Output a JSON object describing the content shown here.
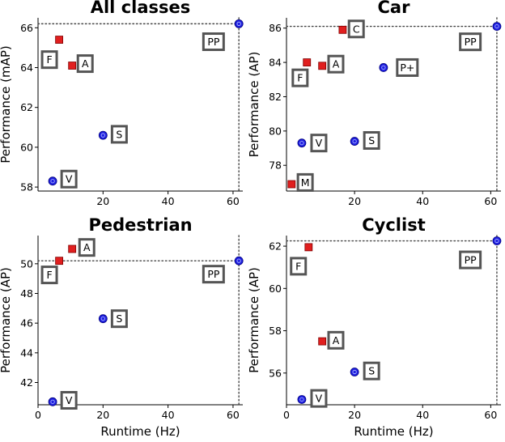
{
  "chart_data": [
    {
      "type": "scatter",
      "title": "All classes",
      "ylabel": "Performance (mAP)",
      "xlabel": "",
      "xlim": [
        0,
        63
      ],
      "ylim": [
        57.8,
        66.5
      ],
      "xticks": [
        "20",
        "40",
        "60"
      ],
      "xtick_values": [
        20,
        40,
        60
      ],
      "yticks": [
        "58",
        "60",
        "62",
        "64",
        "66"
      ],
      "ytick_values": [
        58,
        60,
        62,
        64,
        66
      ],
      "ref_y": 66.2,
      "ref_x": 61.8,
      "points": [
        {
          "x": 61.8,
          "y": 66.2,
          "color": "#1f1fe0",
          "marker": "circle"
        },
        {
          "x": 6.5,
          "y": 65.4,
          "color": "#e01f1f",
          "marker": "square"
        },
        {
          "x": 10.5,
          "y": 64.1,
          "color": "#e01f1f",
          "marker": "square"
        },
        {
          "x": 20.0,
          "y": 60.6,
          "color": "#1f1fe0",
          "marker": "circle"
        },
        {
          "x": 4.5,
          "y": 58.3,
          "color": "#1f1fe0",
          "marker": "circle"
        }
      ],
      "tags": [
        {
          "label": "PP",
          "x": 54.0,
          "y": 65.3
        },
        {
          "label": "F",
          "x": 3.5,
          "y": 64.4
        },
        {
          "label": "A",
          "x": 14.5,
          "y": 64.2
        },
        {
          "label": "S",
          "x": 25.0,
          "y": 60.65
        },
        {
          "label": "V",
          "x": 9.5,
          "y": 58.4
        }
      ]
    },
    {
      "type": "scatter",
      "title": "Car",
      "ylabel": "Performance (AP)",
      "xlabel": "",
      "xlim": [
        0,
        63
      ],
      "ylim": [
        76.5,
        86.6
      ],
      "xticks": [
        "20",
        "40",
        "60"
      ],
      "xtick_values": [
        20,
        40,
        60
      ],
      "yticks": [
        "78",
        "80",
        "82",
        "84",
        "86"
      ],
      "ytick_values": [
        78,
        80,
        82,
        84,
        86
      ],
      "ref_y": 86.1,
      "ref_x": 61.8,
      "points": [
        {
          "x": 61.8,
          "y": 86.1,
          "color": "#1f1fe0",
          "marker": "circle"
        },
        {
          "x": 16.5,
          "y": 85.9,
          "color": "#e01f1f",
          "marker": "square"
        },
        {
          "x": 6.0,
          "y": 84.0,
          "color": "#e01f1f",
          "marker": "square"
        },
        {
          "x": 10.5,
          "y": 83.8,
          "color": "#e01f1f",
          "marker": "square"
        },
        {
          "x": 28.5,
          "y": 83.7,
          "color": "#1f1fe0",
          "marker": "circle"
        },
        {
          "x": 20.0,
          "y": 79.4,
          "color": "#1f1fe0",
          "marker": "circle"
        },
        {
          "x": 4.5,
          "y": 79.3,
          "color": "#1f1fe0",
          "marker": "circle"
        },
        {
          "x": 1.5,
          "y": 76.9,
          "color": "#e01f1f",
          "marker": "square"
        }
      ],
      "tags": [
        {
          "label": "C",
          "x": 20.5,
          "y": 85.95
        },
        {
          "label": "PP",
          "x": 54.0,
          "y": 85.2
        },
        {
          "label": "F",
          "x": 4.0,
          "y": 83.1
        },
        {
          "label": "A",
          "x": 14.5,
          "y": 83.9
        },
        {
          "label": "P+",
          "x": 35.5,
          "y": 83.7
        },
        {
          "label": "S",
          "x": 25.0,
          "y": 79.45
        },
        {
          "label": "V",
          "x": 9.5,
          "y": 79.3
        },
        {
          "label": "M",
          "x": 5.5,
          "y": 77.0
        }
      ]
    },
    {
      "type": "scatter",
      "title": "Pedestrian",
      "ylabel": "Performance (AP)",
      "xlabel": "Runtime (Hz)",
      "xlim": [
        0,
        63
      ],
      "ylim": [
        40.5,
        51.9
      ],
      "xticks": [
        "0",
        "20",
        "40",
        "60"
      ],
      "xtick_values": [
        0,
        20,
        40,
        60
      ],
      "yticks": [
        "42",
        "44",
        "46",
        "48",
        "50"
      ],
      "ytick_values": [
        42,
        44,
        46,
        48,
        50
      ],
      "ref_y": 50.2,
      "ref_x": 61.8,
      "points": [
        {
          "x": 61.8,
          "y": 50.2,
          "color": "#1f1fe0",
          "marker": "circle"
        },
        {
          "x": 6.5,
          "y": 50.2,
          "color": "#e01f1f",
          "marker": "square"
        },
        {
          "x": 10.5,
          "y": 51.0,
          "color": "#e01f1f",
          "marker": "square"
        },
        {
          "x": 20.0,
          "y": 46.3,
          "color": "#1f1fe0",
          "marker": "circle"
        },
        {
          "x": 4.5,
          "y": 40.7,
          "color": "#1f1fe0",
          "marker": "circle"
        }
      ],
      "tags": [
        {
          "label": "A",
          "x": 15.0,
          "y": 51.1
        },
        {
          "label": "F",
          "x": 3.5,
          "y": 49.25
        },
        {
          "label": "PP",
          "x": 54.0,
          "y": 49.3
        },
        {
          "label": "S",
          "x": 25.0,
          "y": 46.3
        },
        {
          "label": "V",
          "x": 9.5,
          "y": 40.8
        }
      ]
    },
    {
      "type": "scatter",
      "title": "Cyclist",
      "ylabel": "Performance (AP)",
      "xlabel": "Runtime (Hz)",
      "xlim": [
        0,
        63
      ],
      "ylim": [
        54.5,
        62.5
      ],
      "xticks": [
        "0",
        "20",
        "40",
        "60"
      ],
      "xtick_values": [
        0,
        20,
        40,
        60
      ],
      "yticks": [
        "56",
        "58",
        "60",
        "62"
      ],
      "ytick_values": [
        56,
        58,
        60,
        62
      ],
      "ref_y": 62.25,
      "ref_x": 61.8,
      "points": [
        {
          "x": 61.8,
          "y": 62.25,
          "color": "#1f1fe0",
          "marker": "circle"
        },
        {
          "x": 6.5,
          "y": 61.95,
          "color": "#e01f1f",
          "marker": "square"
        },
        {
          "x": 10.5,
          "y": 57.5,
          "color": "#e01f1f",
          "marker": "square"
        },
        {
          "x": 20.0,
          "y": 56.05,
          "color": "#1f1fe0",
          "marker": "circle"
        },
        {
          "x": 4.5,
          "y": 54.75,
          "color": "#1f1fe0",
          "marker": "circle"
        }
      ],
      "tags": [
        {
          "label": "PP",
          "x": 54.0,
          "y": 61.35
        },
        {
          "label": "F",
          "x": 3.5,
          "y": 61.05
        },
        {
          "label": "A",
          "x": 14.5,
          "y": 57.55
        },
        {
          "label": "S",
          "x": 25.0,
          "y": 56.1
        },
        {
          "label": "V",
          "x": 9.5,
          "y": 54.8
        }
      ]
    }
  ]
}
